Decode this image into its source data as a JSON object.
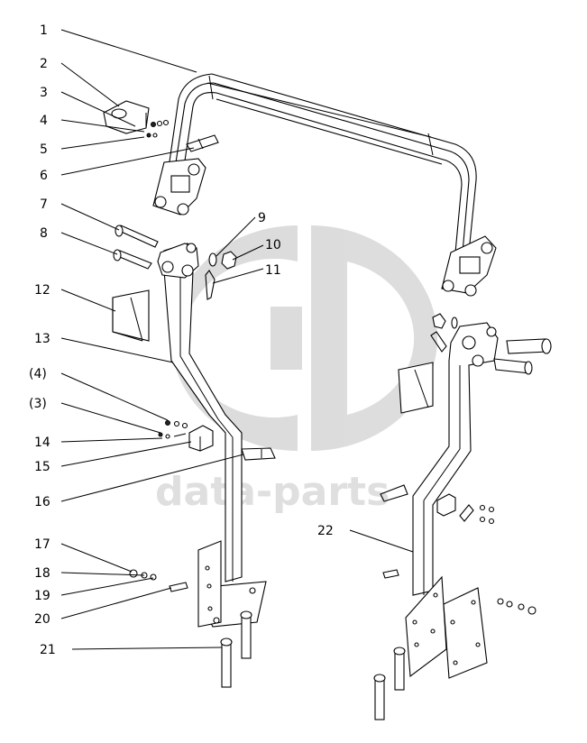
{
  "watermark": {
    "text": "data-parts"
  },
  "callouts": [
    {
      "id": "c1",
      "label": "1"
    },
    {
      "id": "c2",
      "label": "2"
    },
    {
      "id": "c3",
      "label": "3"
    },
    {
      "id": "c4",
      "label": "4"
    },
    {
      "id": "c5",
      "label": "5"
    },
    {
      "id": "c6",
      "label": "6"
    },
    {
      "id": "c7",
      "label": "7"
    },
    {
      "id": "c8",
      "label": "8"
    },
    {
      "id": "c9",
      "label": "9"
    },
    {
      "id": "c10",
      "label": "10"
    },
    {
      "id": "c11",
      "label": "11"
    },
    {
      "id": "c12",
      "label": "12"
    },
    {
      "id": "c13",
      "label": "13"
    },
    {
      "id": "c4b",
      "label": "(4)"
    },
    {
      "id": "c3b",
      "label": "(3)"
    },
    {
      "id": "c14",
      "label": "14"
    },
    {
      "id": "c15",
      "label": "15"
    },
    {
      "id": "c16",
      "label": "16"
    },
    {
      "id": "c17",
      "label": "17"
    },
    {
      "id": "c18",
      "label": "18"
    },
    {
      "id": "c19",
      "label": "19"
    },
    {
      "id": "c20",
      "label": "20"
    },
    {
      "id": "c21",
      "label": "21"
    },
    {
      "id": "c22",
      "label": "22"
    }
  ]
}
